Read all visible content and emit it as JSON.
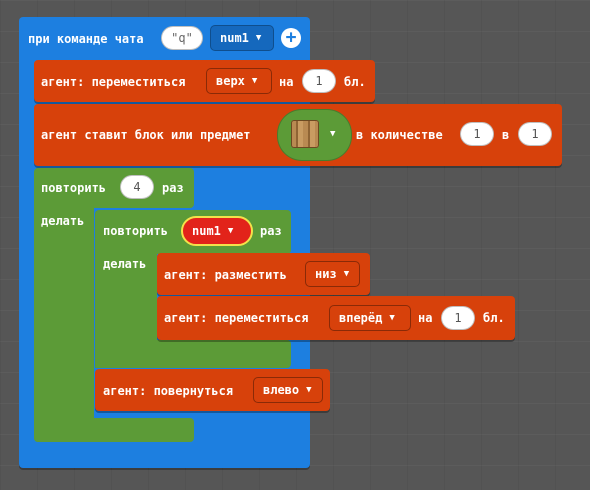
{
  "on_chat_command": {
    "label": "при команде чата",
    "command_value": "\"q\"",
    "param": "num1",
    "add_icon": "plus-circle-icon"
  },
  "move_up": {
    "label": "агент: переместиться",
    "direction": "верх",
    "on_label": "на",
    "amount": "1",
    "unit": "бл."
  },
  "place_block": {
    "label": "агент ставит блок или предмет",
    "item_icon": "planks-block-icon",
    "qty_label": "в количестве",
    "qty": "1",
    "in_label": "в",
    "slot": "1"
  },
  "repeat_outer": {
    "label": "повторить",
    "times": "4",
    "times_label": "раз",
    "do_label": "делать"
  },
  "repeat_inner": {
    "label": "повторить",
    "times_var": "num1",
    "times_label": "раз",
    "do_label": "делать"
  },
  "place_down": {
    "label": "агент: разместить",
    "direction": "низ"
  },
  "move_forward": {
    "label": "агент: переместиться",
    "direction": "вперёд",
    "on_label": "на",
    "amount": "1",
    "unit": "бл."
  },
  "turn_left": {
    "label": "агент: повернуться",
    "direction": "влево"
  },
  "colors": {
    "event_block": "#1d7fe0",
    "loop_block": "#5c9b37",
    "agent_block": "#d7410b",
    "variable_reporter": "#e2231a",
    "workspace_bg": "#565656"
  }
}
